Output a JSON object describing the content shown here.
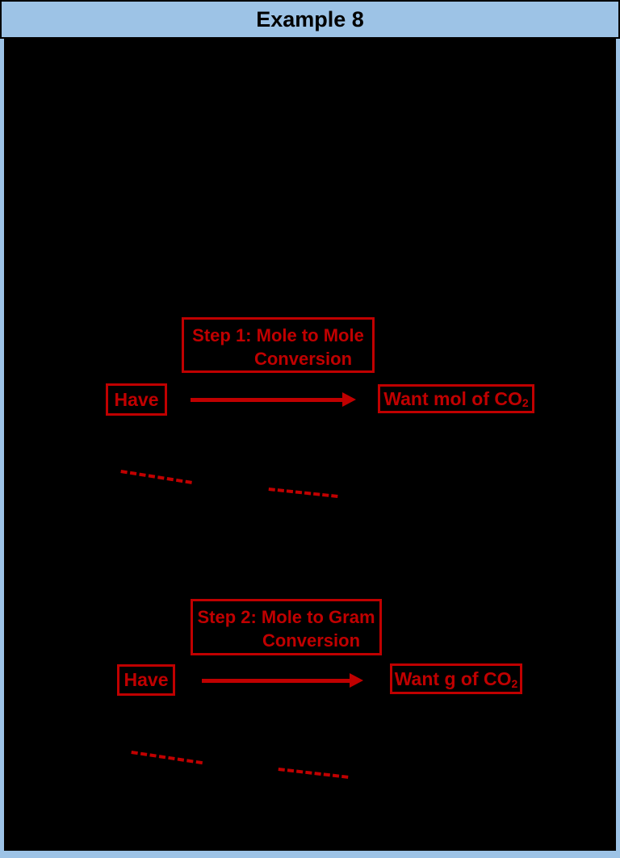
{
  "page": {
    "title": "Example 8"
  },
  "colors": {
    "header_blue": "#9DC3E6",
    "content_black": "#000000",
    "accent_red": "#C00000",
    "title_text": "#000000"
  },
  "step1": {
    "heading_line1": "Step 1: Mole to Mole",
    "heading_line2": "Conversion",
    "have_label": "Have",
    "want_label": "Want mol of CO",
    "want_subscript": "2"
  },
  "step2": {
    "heading_line1": "Step 2: Mole to Gram",
    "heading_line2": "Conversion",
    "have_label": "Have",
    "want_label": "Want g of CO",
    "want_subscript": "2"
  }
}
